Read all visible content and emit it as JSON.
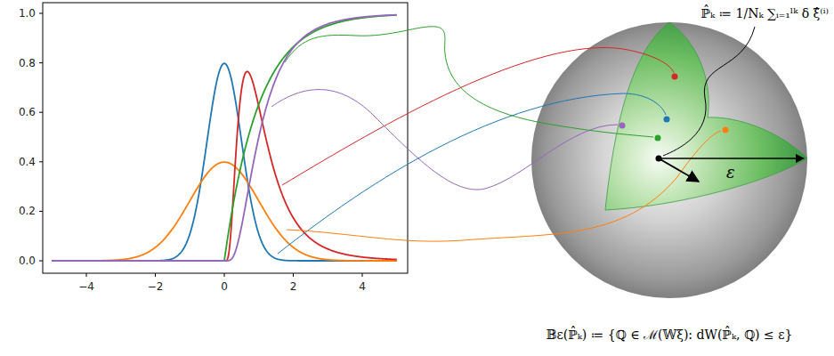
{
  "diagram": {
    "caption": "𝔹ε(ℙ̂ₖ) ≔ {ℚ ∈ ℳ(𝕎ξ): dW(ℙ̂ₖ, ℚ) ≤ ε}",
    "labels": [
      "1.0",
      "0.8",
      "0.6",
      "0.4",
      "0.2",
      "0.0",
      "−4",
      "−2",
      "0",
      "2",
      "4",
      "ℙ̂ₖ ≔ 1/Nₖ ∑ᵢ₌₁ˡᵏ δ ξ̂⁽ⁱ⁾",
      "ε"
    ]
  }
}
